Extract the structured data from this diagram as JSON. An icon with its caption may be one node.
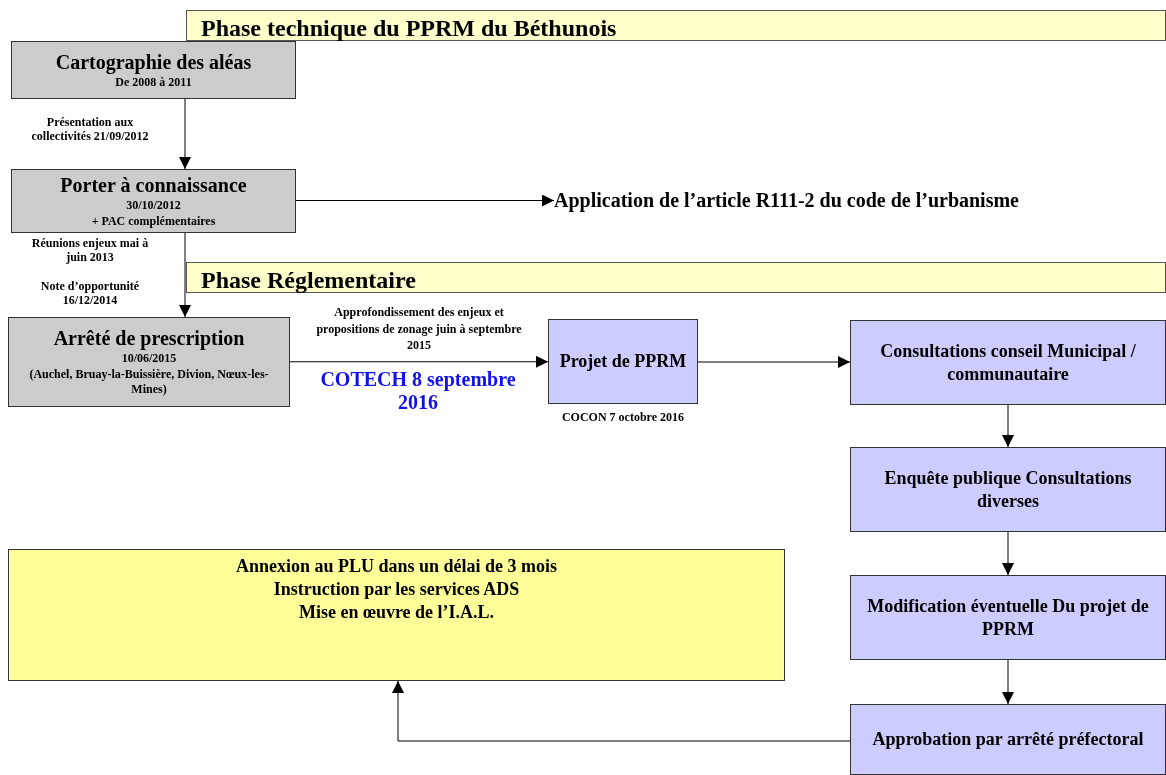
{
  "diagram": {
    "nodes": [
      {
        "text": [
          "Phase technique du PPRM du Béthunois"
        ]
      },
      {
        "text": [
          "Cartographie des aléas",
          "De 2008 à 2011"
        ]
      },
      {
        "text": [
          "Porter à connaissance",
          "30/10/2012",
          "+ PAC complémentaires"
        ]
      },
      {
        "text": [
          "Application de l’article R111-2 du code de l’urbanisme"
        ]
      },
      {
        "text": [
          "Phase Réglementaire"
        ]
      },
      {
        "text": [
          "Arrêté de prescription",
          "10/06/2015",
          "(Auchel, Bruay-la-Buissière, Divion, Nœux-les-Mines)"
        ]
      },
      {
        "text": [
          "Projet de PPRM"
        ],
        "beside": [
          "COCON 7 octobre 2016"
        ]
      },
      {
        "text": [
          "Consultations conseil Municipal / communautaire"
        ]
      },
      {
        "text": [
          "Enquête publique Consultations diverses"
        ]
      },
      {
        "text": [
          "Modification éventuelle Du projet de PPRM"
        ]
      },
      {
        "text": [
          "Approbation par arrêté préfectoral"
        ]
      },
      {
        "text": [
          "Annexion au PLU dans un délai de 3 mois",
          "Instruction par les services ADS",
          "Mise en œuvre de l’I.A.L."
        ]
      }
    ],
    "edges": [
      {
        "from": 1,
        "to": 2,
        "arrow": "to"
      },
      {
        "from": 2,
        "to": 3,
        "arrow": "to"
      },
      {
        "from": 2,
        "to": 5,
        "arrow": "to"
      },
      {
        "from": 5,
        "to": 6,
        "arrow": "to",
        "label": "Approfondissement des enjeux et propositions de zonage juin à septembre 2015"
      },
      {
        "from": 6,
        "to": 7,
        "arrow": "to"
      },
      {
        "from": 7,
        "to": 8,
        "arrow": "to"
      },
      {
        "from": 8,
        "to": 9,
        "arrow": "to"
      },
      {
        "from": 9,
        "to": 10,
        "arrow": "to"
      },
      {
        "from": 10,
        "to": 11,
        "arrow": "to"
      }
    ],
    "labels": [
      "Présentation aux collectivités 21/09/2012",
      "Réunions enjeux mai à juin 2013",
      "Note d’opportunité 16/12/2014",
      "COTECH 8 septembre 2016"
    ]
  }
}
